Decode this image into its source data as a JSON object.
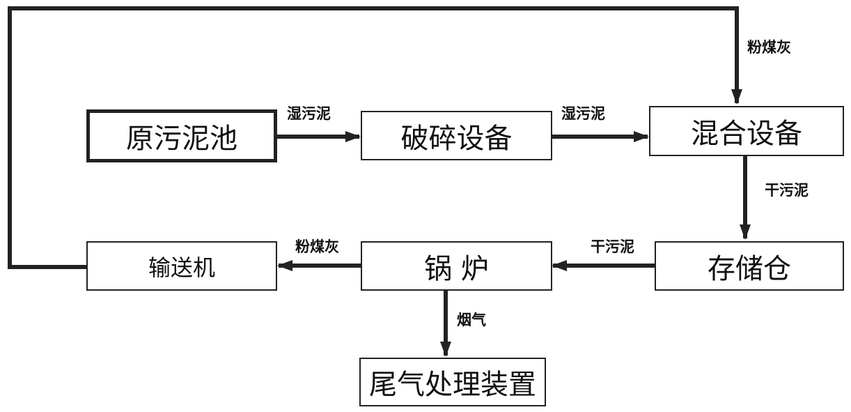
{
  "nodes": {
    "sludge_pool": "原污泥池",
    "crusher": "破碎设备",
    "mixer": "混合设备",
    "storage": "存储仓",
    "boiler": "锅 炉",
    "conveyor": "输送机",
    "exhaust_treatment": "尾气处理装置"
  },
  "edges": {
    "pool_to_crusher": "湿污泥",
    "crusher_to_mixer": "湿污泥",
    "mixer_to_storage": "干污泥",
    "storage_to_boiler": "干污泥",
    "boiler_to_conveyor": "粉煤灰",
    "boiler_to_exhaust": "烟气",
    "conveyor_to_mixer": "粉煤灰"
  },
  "colors": {
    "line": "#222222",
    "box_border": "#222222",
    "background": "#ffffff"
  }
}
